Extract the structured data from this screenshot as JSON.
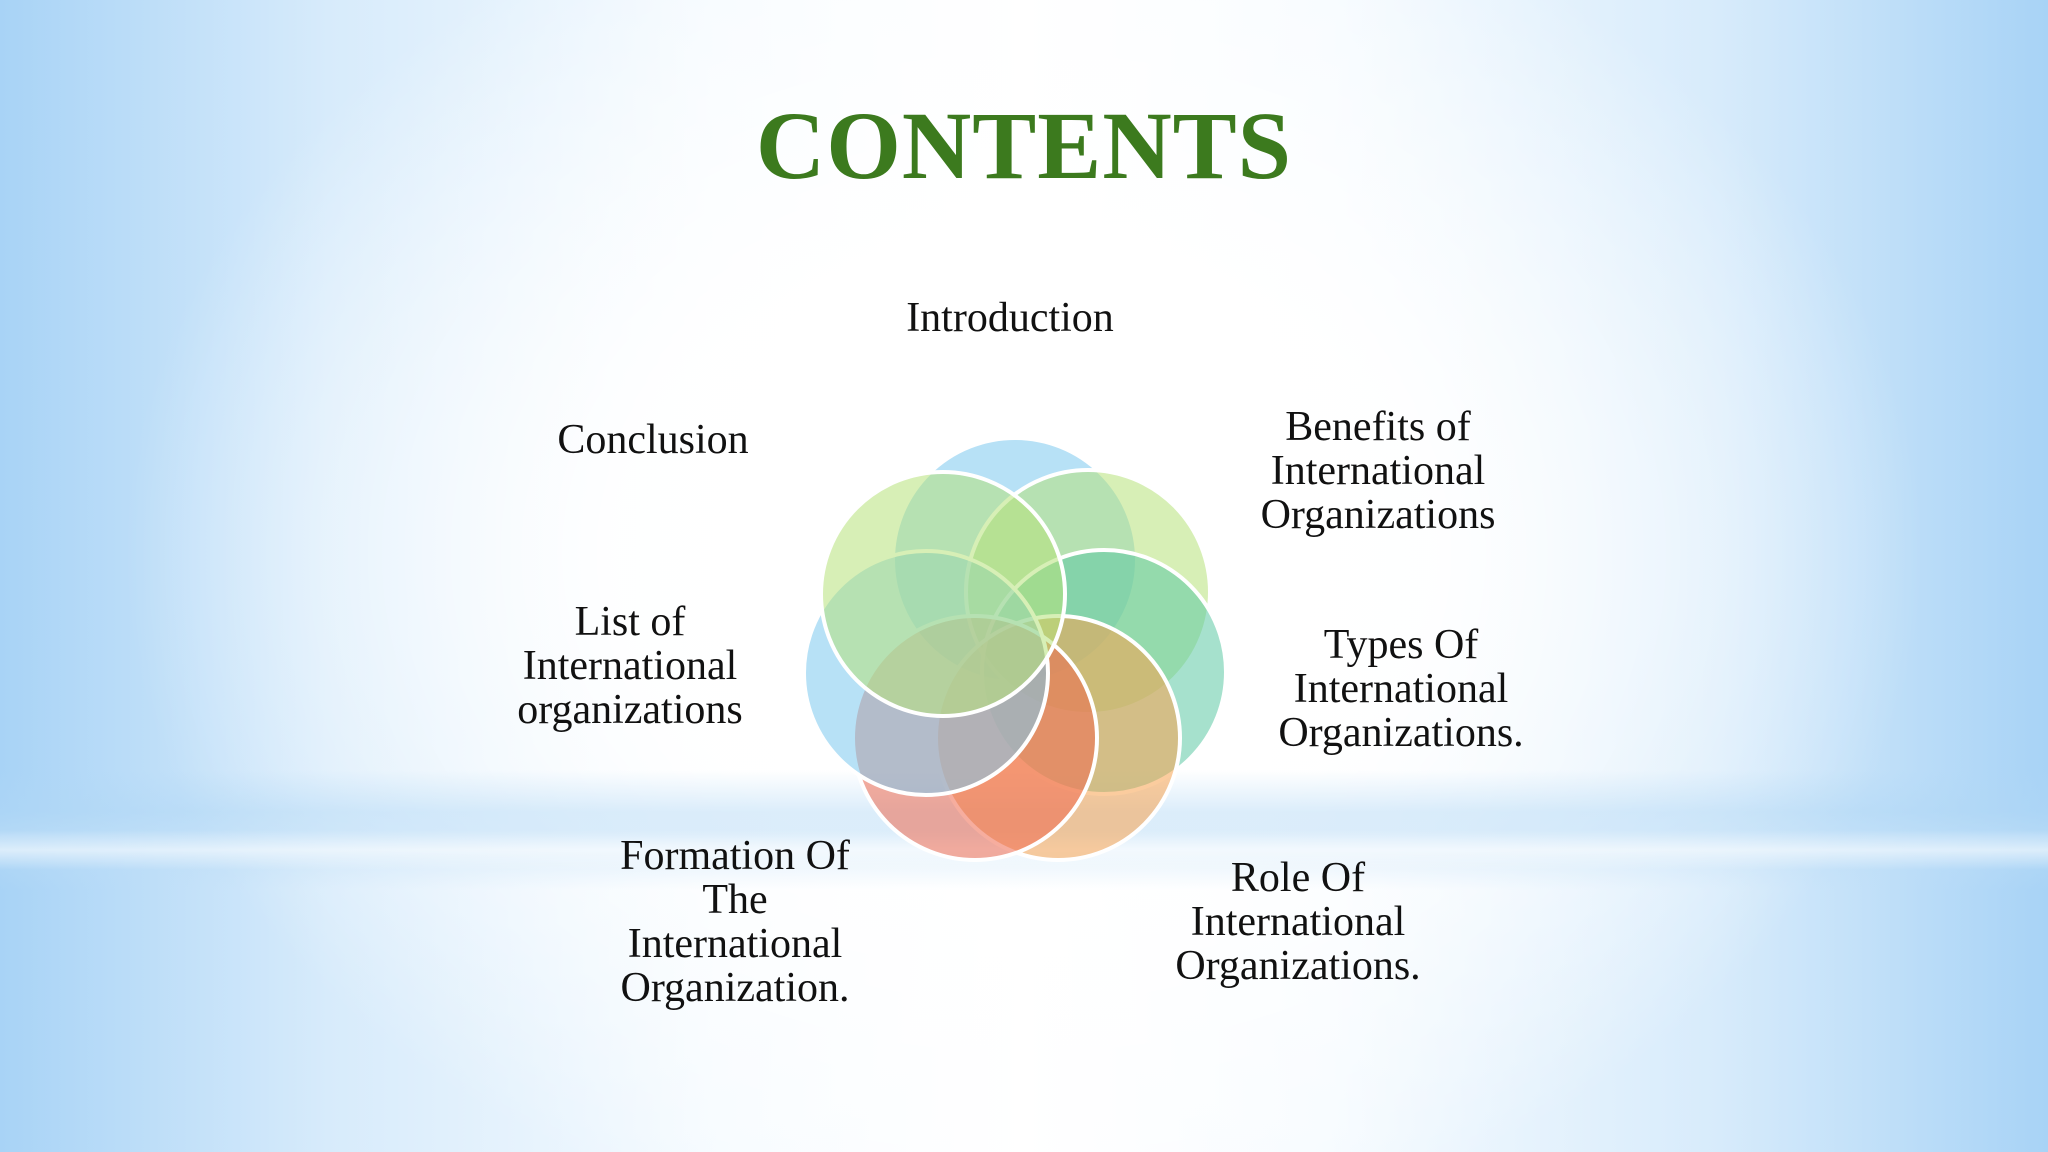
{
  "title": "CONTENTS",
  "colors": {
    "title": "#3c7a1e"
  },
  "sections": [
    {
      "label": "Introduction",
      "color": "#7cc8ee"
    },
    {
      "label": "Benefits of\nInternational\nOrganizations",
      "color": "#b6e27a"
    },
    {
      "label": "Types Of\nInternational\nOrganizations.",
      "color": "#5cc8a4"
    },
    {
      "label": "Role Of\nInternational\nOrganizations.",
      "color": "#f7a34e"
    },
    {
      "label": "Formation Of\nThe\nInternational\nOrganization.",
      "color": "#ee6a4e"
    },
    {
      "label": "List of\nInternational\norganizations",
      "color": "#7cc8ee"
    },
    {
      "label": "Conclusion",
      "color": "#b6e27a"
    }
  ]
}
